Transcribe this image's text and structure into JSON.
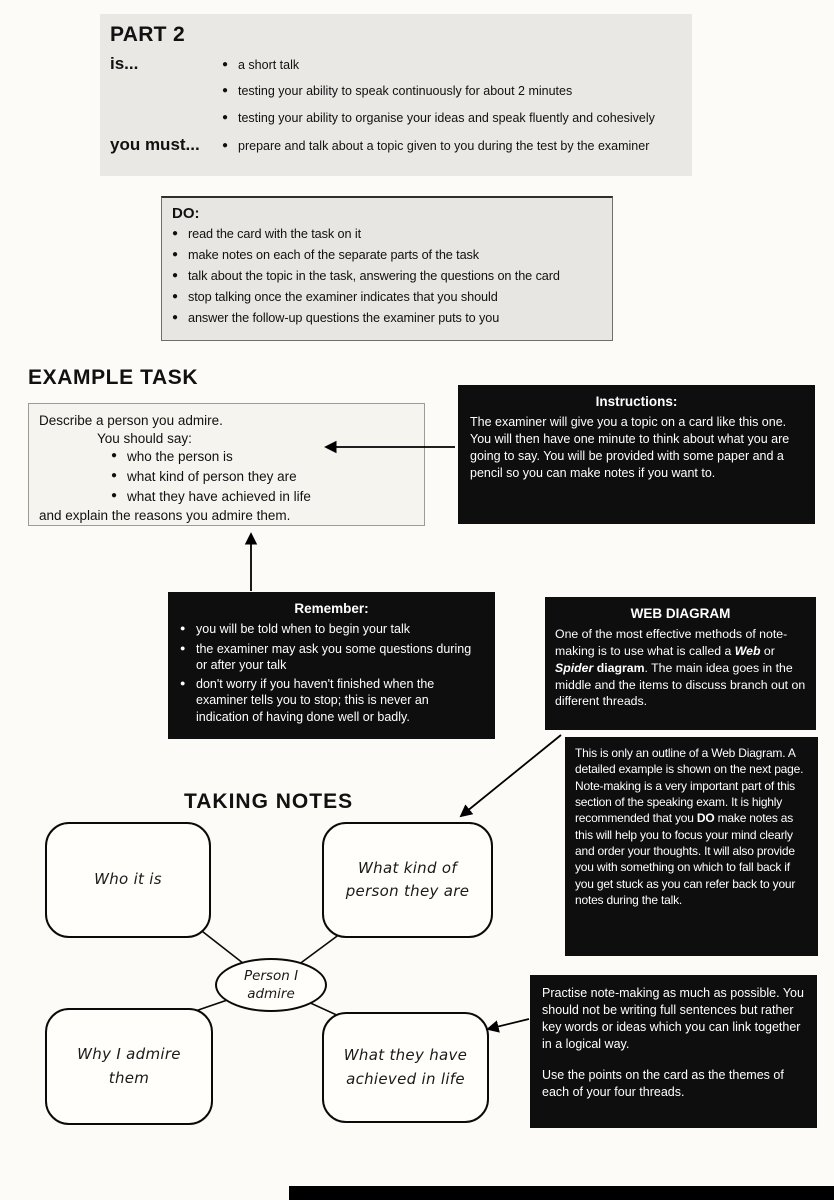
{
  "part2": {
    "title": "PART 2",
    "is_label": "is...",
    "is_items": [
      "a short talk",
      "testing your ability to speak continuously for about 2 minutes",
      "testing your ability to organise your ideas and speak fluently and cohesively"
    ],
    "must_label": "you must...",
    "must_item": "prepare and talk about a topic given to you during the test by the examiner"
  },
  "do_box": {
    "title": "DO:",
    "items": [
      "read the card with the task on it",
      "make notes on each of the separate parts of the task",
      "talk about the topic in the task, answering the questions on the card",
      "stop talking once the examiner indicates that you should",
      "answer the follow-up questions the examiner puts to you"
    ]
  },
  "example_task": {
    "heading": "EXAMPLE TASK",
    "intro": "Describe a person you admire.",
    "subintro": "You should say:",
    "bullets": [
      "who the person is",
      "what kind of person they are",
      "what they have achieved in life"
    ],
    "outro": "and explain the reasons you admire them."
  },
  "instructions": {
    "title": "Instructions:",
    "body": "The examiner will give you a topic on a card like this one. You will then have one minute to think about what you are going to say. You will be provided with some paper and a pencil so you can make notes if you want to."
  },
  "remember": {
    "title": "Remember:",
    "items": [
      "you will be told when to begin your talk",
      "the examiner may ask you some questions during or after your talk",
      "don't worry if you haven't finished when the examiner tells you to stop; this is never an indication of having done well or badly."
    ]
  },
  "web_diagram": {
    "title": "WEB DIAGRAM",
    "seg0": "One of the most effective methods of note-making is to use what is called a ",
    "seg_web": "Web",
    "seg1": " or ",
    "seg_spider": "Spider",
    "seg2": " ",
    "seg_diagram": "diagram",
    "seg3": ". The main idea goes in the middle and the items to discuss branch out on different threads."
  },
  "outline_note": {
    "seg0": "This is only an outline of a Web Diagram. A detailed example is shown on the next page. Note-making is a very important part of this section of the speaking exam. It is highly recommended that you ",
    "seg_do": "DO",
    "seg1": " make notes as this will help you to focus your mind clearly and order your thoughts. It will also provide you with something on which to fall back if you get stuck as you can refer back to your notes during the talk."
  },
  "taking_notes": {
    "heading": "TAKING NOTES",
    "center_label": "Person I admire",
    "node_who": "Who it is",
    "node_kind": "What kind of person they are",
    "node_why": "Why I admire them",
    "node_achieved": "What they have achieved in life"
  },
  "practise_note": {
    "para1": "Practise note-making as much as possible. You should not be writing full sentences but rather key words or ideas which you can link together in a logical way.",
    "para2": "Use the points on the card as the themes of each of your four threads."
  }
}
